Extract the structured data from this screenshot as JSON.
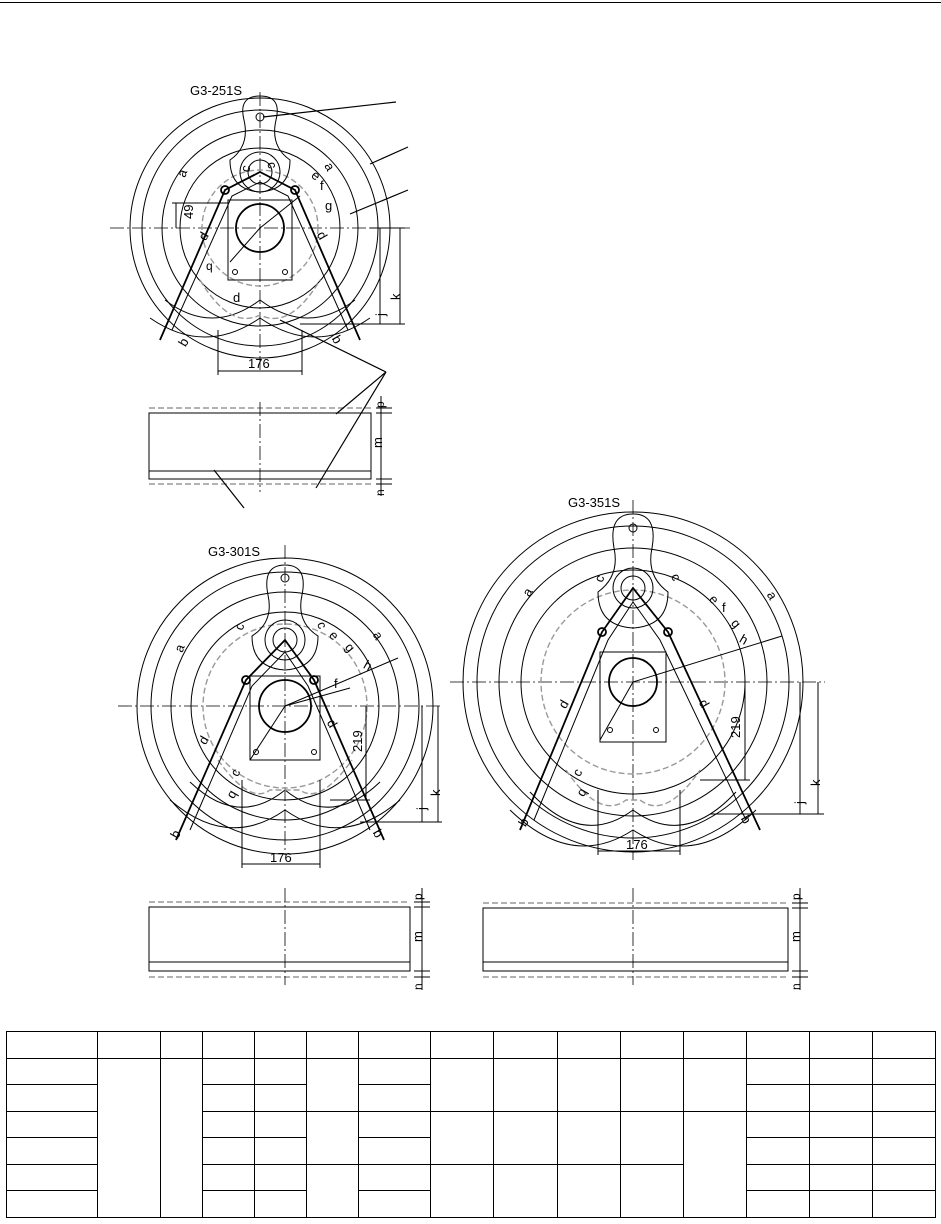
{
  "drawing_labels": {
    "view_251": {
      "model": "G3-251S",
      "dims": {
        "a": "a",
        "b": "b",
        "c": "c",
        "d": "d",
        "e": "e",
        "f": "f",
        "g": "g",
        "j": "j",
        "k": "k",
        "m": "m",
        "n": "n",
        "p": "p",
        "q": "q"
      },
      "offset_value": "49",
      "width_value": "176"
    },
    "view_301": {
      "model": "G3-301S",
      "dims": {
        "a": "a",
        "b": "b",
        "c": "c",
        "d": "d",
        "e": "e",
        "f": "f",
        "g": "g",
        "h": "h",
        "j": "j",
        "k": "k",
        "m": "m",
        "n": "n",
        "p": "p",
        "q": "q"
      },
      "offset_value": "219",
      "width_value": "176"
    },
    "view_351": {
      "model": "G3-351S",
      "dims": {
        "a": "a",
        "b": "b",
        "c": "c",
        "d": "d",
        "e": "e",
        "f": "f",
        "g": "g",
        "h": "h",
        "j": "j",
        "k": "k",
        "m": "m",
        "n": "n",
        "p": "p",
        "q": "q"
      },
      "offset_value": "219",
      "width_value": "176"
    }
  },
  "colors": {
    "line": "#000000",
    "hidden_line": "#999999",
    "background": "#ffffff"
  },
  "table": {
    "columns": 15,
    "rows": 6
  }
}
